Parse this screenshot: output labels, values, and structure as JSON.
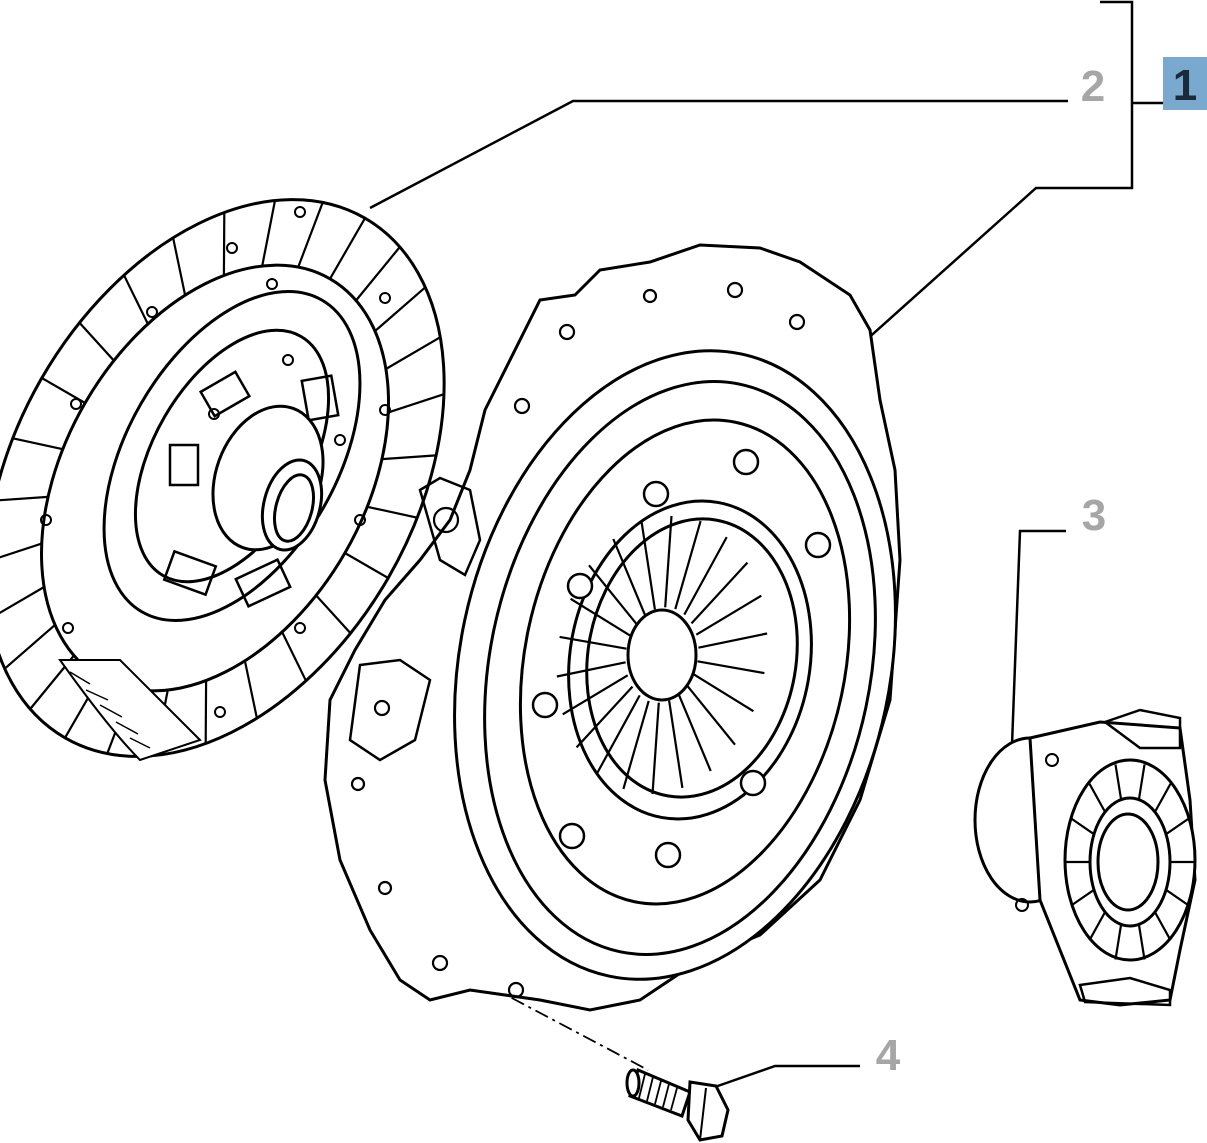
{
  "callouts": {
    "kit": "1",
    "clutch_disc": "2",
    "release_bearing": "3",
    "bolt": "4"
  },
  "colors": {
    "callout_gray": "#a6a6a6",
    "callout_highlight_text": "#1a2a3a",
    "highlight_box": "#79a9cf",
    "line": "#000000"
  }
}
